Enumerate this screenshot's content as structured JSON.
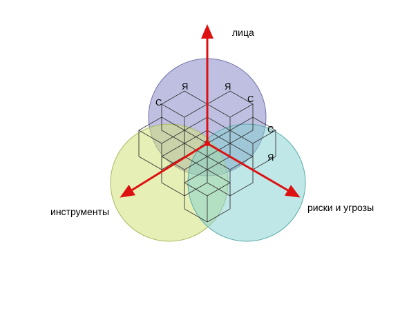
{
  "axes": {
    "top": "лица",
    "left": "инструменты",
    "right": "риски и угрозы"
  },
  "marks": {
    "ya_1": "Я",
    "ya_2": "Я",
    "s_1": "С",
    "s_2": "С",
    "s_3": "С",
    "ya_3": "Я"
  },
  "colors": {
    "circle_top": "#8a8ac8",
    "circle_left": "#d2e27a",
    "circle_right": "#7fcfcf",
    "arrow": "#dd1111",
    "lines": "#333333"
  }
}
